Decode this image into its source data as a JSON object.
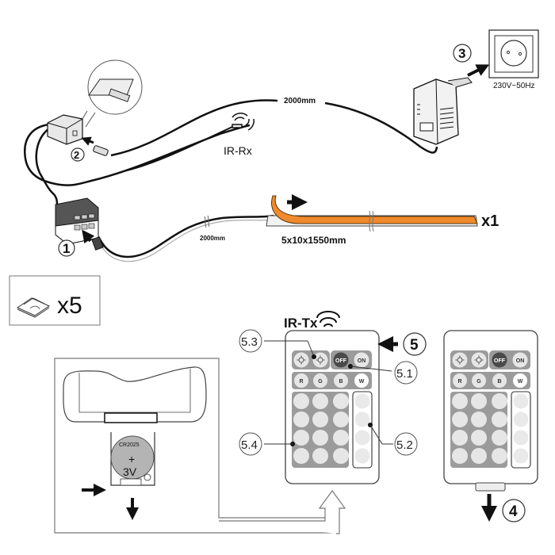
{
  "diagram": {
    "title": "LED strip installation with IR remote",
    "labels": {
      "cable_length_top": "2000mm",
      "cable_length_bottom": "2000mm",
      "ir_receiver": "IR-Rx",
      "ir_transmitter": "IR-Tx",
      "strip_size": "5x10x1550mm",
      "strip_quantity": "x1",
      "clip_quantity": "x5",
      "mains_rating": "230V~50Hz",
      "battery_model": "CR2025",
      "battery_polarity": "+",
      "battery_voltage": "3V"
    },
    "steps": [
      "1",
      "2",
      "3",
      "4",
      "5"
    ],
    "callouts": [
      "5.1",
      "5.2",
      "5.3",
      "5.4"
    ],
    "remote": {
      "top_buttons": [
        "brightness-down",
        "brightness-up",
        "OFF",
        "ON"
      ],
      "off_label": "OFF",
      "on_label": "ON",
      "color_buttons": [
        "R",
        "G",
        "B",
        "W"
      ],
      "grid_rows": 4,
      "grid_cols": 3,
      "side_buttons": 4
    },
    "colors": {
      "strip": "#f08a2c",
      "line": "#111111",
      "remote_panel": "#9b9b9b",
      "remote_button": "#e6e6e6",
      "off_button": "#4a4a4a"
    }
  }
}
